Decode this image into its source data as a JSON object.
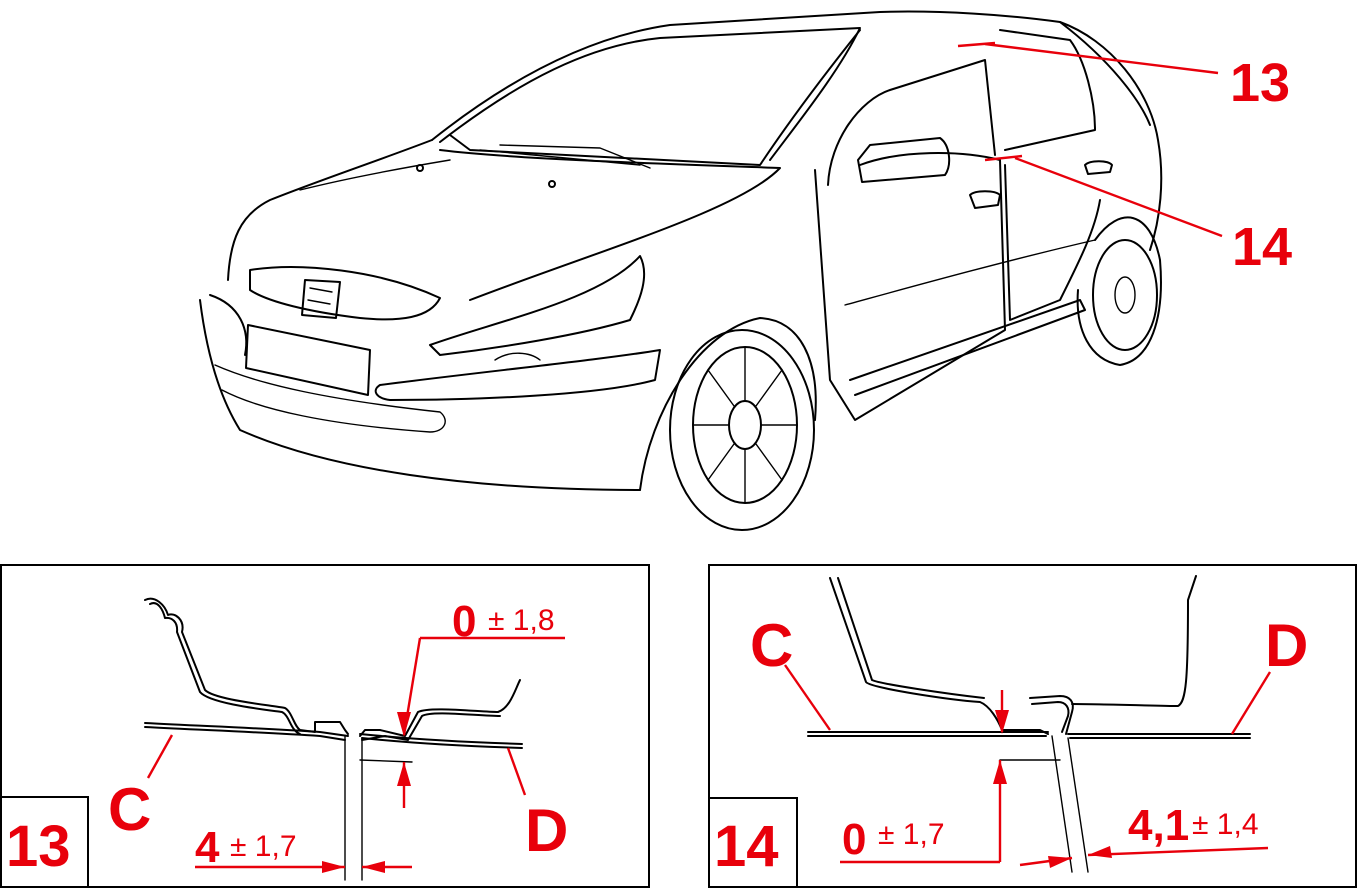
{
  "callouts": {
    "upper_gap_marker": "13",
    "lower_gap_marker": "14"
  },
  "detail_13": {
    "number": "13",
    "left_panel": "C",
    "right_panel": "D",
    "flush_nominal": "0",
    "flush_tolerance": "± 1,8",
    "gap_nominal": "4",
    "gap_tolerance": "± 1,7"
  },
  "detail_14": {
    "number": "14",
    "left_panel": "C",
    "right_panel": "D",
    "flush_nominal": "0",
    "flush_tolerance": "± 1,7",
    "gap_nominal": "4,1",
    "gap_tolerance": "± 1,4"
  },
  "colors": {
    "annotation": "#e8000b",
    "drawing": "#000000",
    "background": "#ffffff"
  }
}
